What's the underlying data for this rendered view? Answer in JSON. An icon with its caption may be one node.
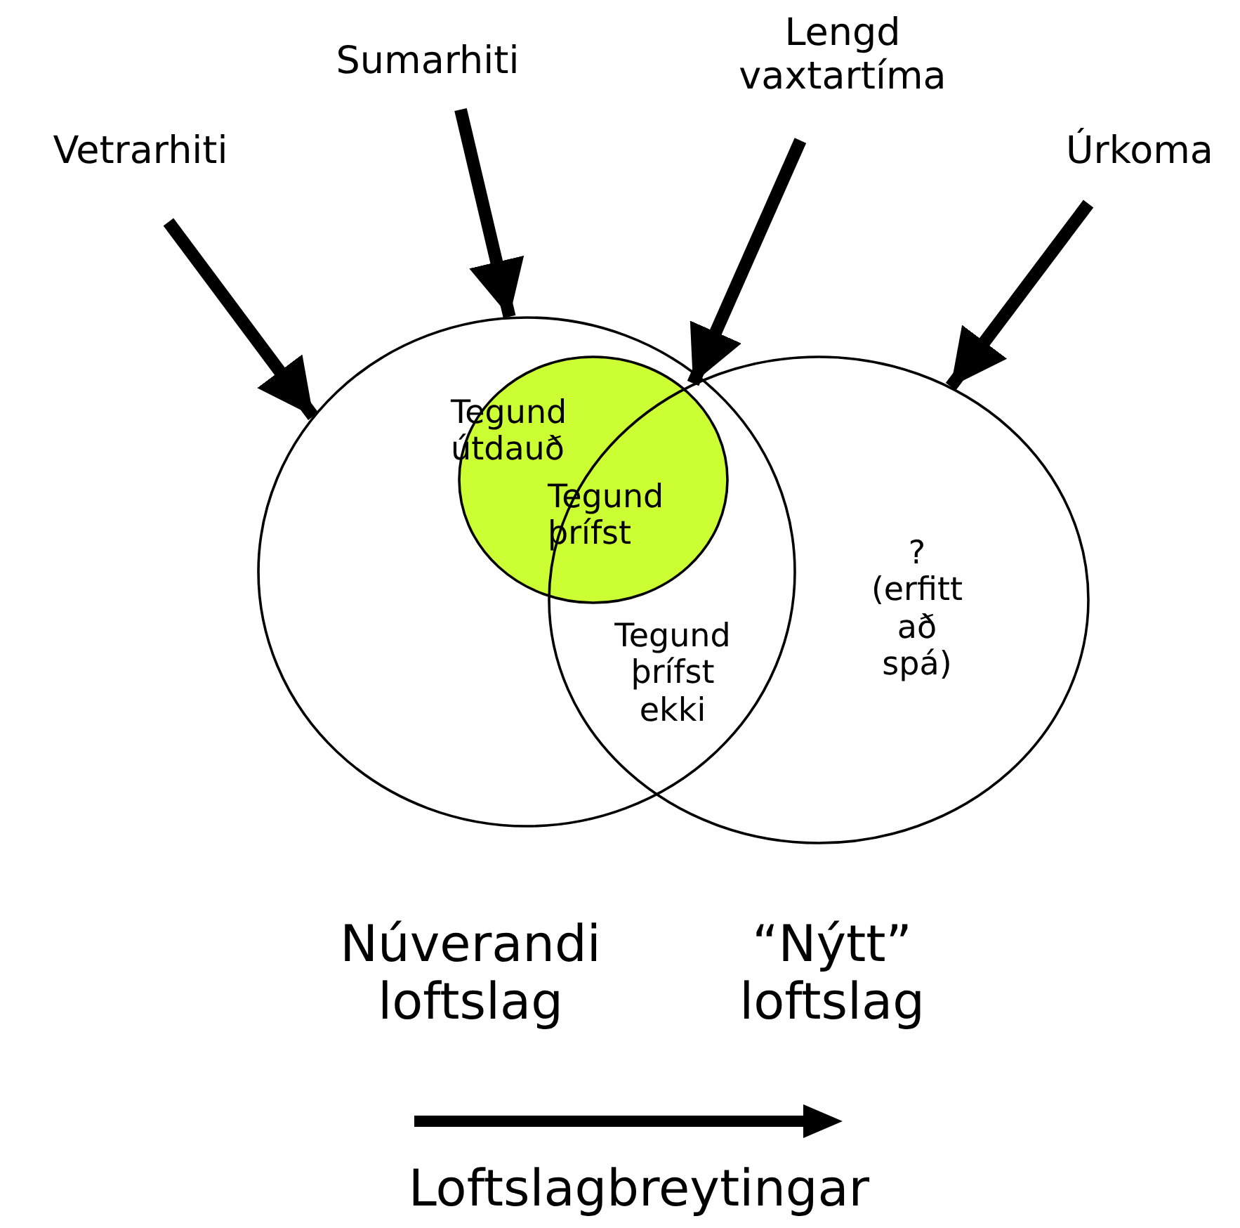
{
  "diagram": {
    "nodes": [
      {
        "text": [
          "Vetrarhiti"
        ]
      },
      {
        "text": [
          "Sumarhiti"
        ]
      },
      {
        "text": [
          "Lengd vaxtartíma"
        ]
      },
      {
        "text": [
          "Úrkoma"
        ]
      },
      {
        "text": [],
        "shape": "circle",
        "beside": [
          "Núverandi loftslag"
        ]
      },
      {
        "text": [
          "? (erfitt að spá)"
        ],
        "beside": [
          "“Nýtt” loftslag"
        ]
      },
      {
        "text": [
          "Tegund útdauð",
          "Tegund þrífst"
        ],
        "in": 4
      }
    ],
    "edges": [
      {
        "from": 0,
        "to": 4,
        "arrow": "to"
      },
      {
        "from": 1,
        "to": 4,
        "arrow": "to"
      },
      {
        "from": 2,
        "to": 5,
        "arrow": "to"
      },
      {
        "from": 3,
        "to": 5,
        "arrow": "to"
      }
    ],
    "labels": [
      "Tegund þrífst ekki",
      "Loftslagbreytingar"
    ]
  }
}
